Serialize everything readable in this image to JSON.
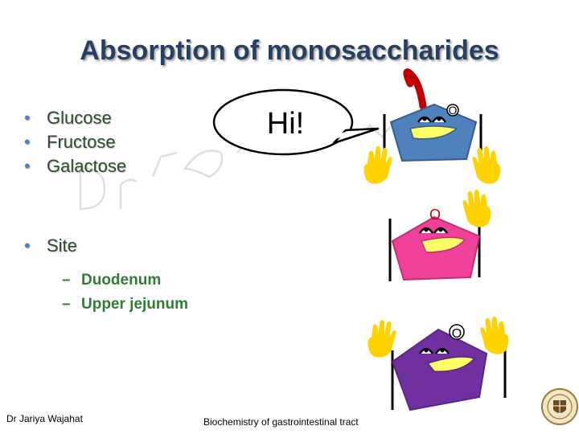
{
  "slide": {
    "title": "Absorption of monosaccharides",
    "bullets": [
      "Glucose",
      "Fructose",
      "Galactose"
    ],
    "bullet_symbol": "•",
    "site": {
      "label": "Site",
      "items": [
        "Duodenum",
        "Upper jejunum"
      ],
      "dash_symbol": "–"
    },
    "speech_bubble": "Hi!",
    "mouth_letters": [
      "O",
      "O",
      "O"
    ],
    "footer_author": "Dr Jariya Wajahat",
    "footer_course": "Biochemistry of gastrointestinal tract",
    "colors": {
      "title": "#254061",
      "bullet_text": "#2e4a2e",
      "sub_text": "#2e7d32",
      "glucose_body": "#4f81bd",
      "fructose_body": "#f0419a",
      "galactose_body": "#7030a0",
      "hand": "#ffd200",
      "mouth": "#ffff66"
    }
  }
}
